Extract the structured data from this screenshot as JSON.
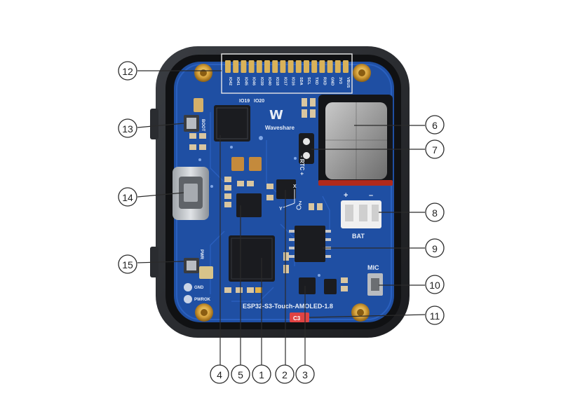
{
  "board": {
    "brand": "Waveshare",
    "model": "ESP32-S3-Touch-AMOLED-1.8",
    "rtc_label": "- RTC +",
    "bat_label": "BAT",
    "bat_plus": "+",
    "bat_minus": "–",
    "mic_label": "MIC",
    "boot_label": "BOOT",
    "pwr_label": "PWR",
    "gnd_label": "GND",
    "pwrok_label": "PWROK",
    "io19_label": "IO19",
    "io20_label": "IO20",
    "chip_label": "C3",
    "axis_x": "X",
    "axis_y": "Y",
    "axis_z": "Z",
    "header_pins": [
      "IO42",
      "IO41",
      "IO45",
      "IO46",
      "IO39",
      "IO40",
      "IO18",
      "IO17",
      "IO16",
      "SDA",
      "SCL",
      "TXD",
      "RXD",
      "GND",
      "3V3",
      "VBUS"
    ]
  },
  "callouts": [
    "1",
    "2",
    "3",
    "4",
    "5",
    "6",
    "7",
    "8",
    "9",
    "10",
    "11",
    "12",
    "13",
    "14",
    "15"
  ]
}
